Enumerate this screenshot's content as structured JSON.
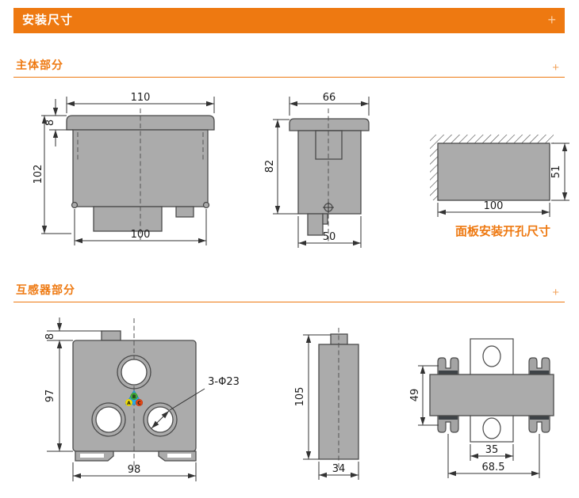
{
  "banner": {
    "title": "安装尺寸",
    "expand_icon": "+"
  },
  "sections": {
    "main": {
      "title": "主体部分",
      "expand_icon": "+"
    },
    "ct": {
      "title": "互感器部分",
      "expand_icon": "+"
    }
  },
  "main_front": {
    "top_width": "110",
    "bezel_height": "8",
    "total_height": "102",
    "bottom_width": "100"
  },
  "main_side": {
    "top_width": "66",
    "body_height": "82",
    "bottom_width": "50"
  },
  "panel_cutout": {
    "width": "100",
    "height": "51",
    "caption": "面板安装开孔尺寸"
  },
  "ct_front": {
    "tab_height": "8",
    "body_height": "97",
    "body_width": "98",
    "holes_label": "3-Φ23",
    "phases": {
      "a": "A",
      "b": "B",
      "c": "C"
    }
  },
  "ct_side": {
    "body_height": "105",
    "body_width": "34"
  },
  "ct_mount": {
    "clip_row_spacing": "49",
    "rail_width": "35",
    "clip_column_spacing": "68.5"
  },
  "colors": {
    "accent": "#EE7911",
    "part_fill": "#ABABAB",
    "part_outline": "#4A4A4A"
  }
}
